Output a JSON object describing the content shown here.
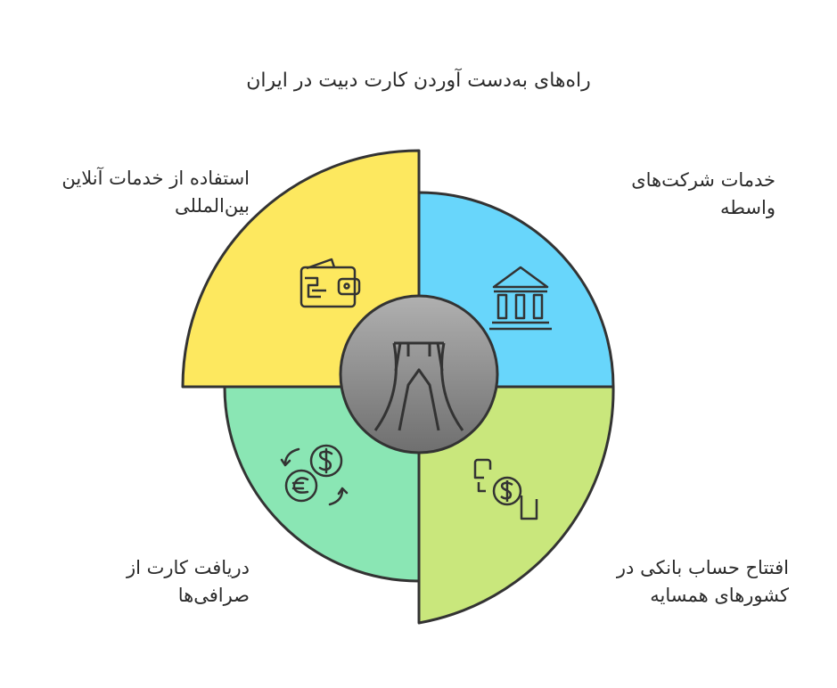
{
  "title": "راه‌های به‌دست آوردن کارت دبیت در ایران",
  "segments": {
    "top_right": {
      "line1": "خدمات شرکت‌های",
      "line2": "واسطه",
      "color": "#68d6fb",
      "icon": "bank-icon"
    },
    "top_left": {
      "line1": "استفاده از خدمات آنلاین",
      "line2": "بین‌المللی",
      "color": "#fde85f",
      "icon": "wallet-icon"
    },
    "bottom_right": {
      "line1": "افتتاح حساب بانکی در",
      "line2": "کشورهای همسایه",
      "color": "#c9e77c",
      "icon": "phone-dollar-icon"
    },
    "bottom_left": {
      "line1": "دریافت کارت از",
      "line2": "صرافی‌ها",
      "color": "#8ae6b4",
      "icon": "currency-exchange-icon"
    }
  },
  "center": {
    "icon": "azadi-tower-icon"
  }
}
